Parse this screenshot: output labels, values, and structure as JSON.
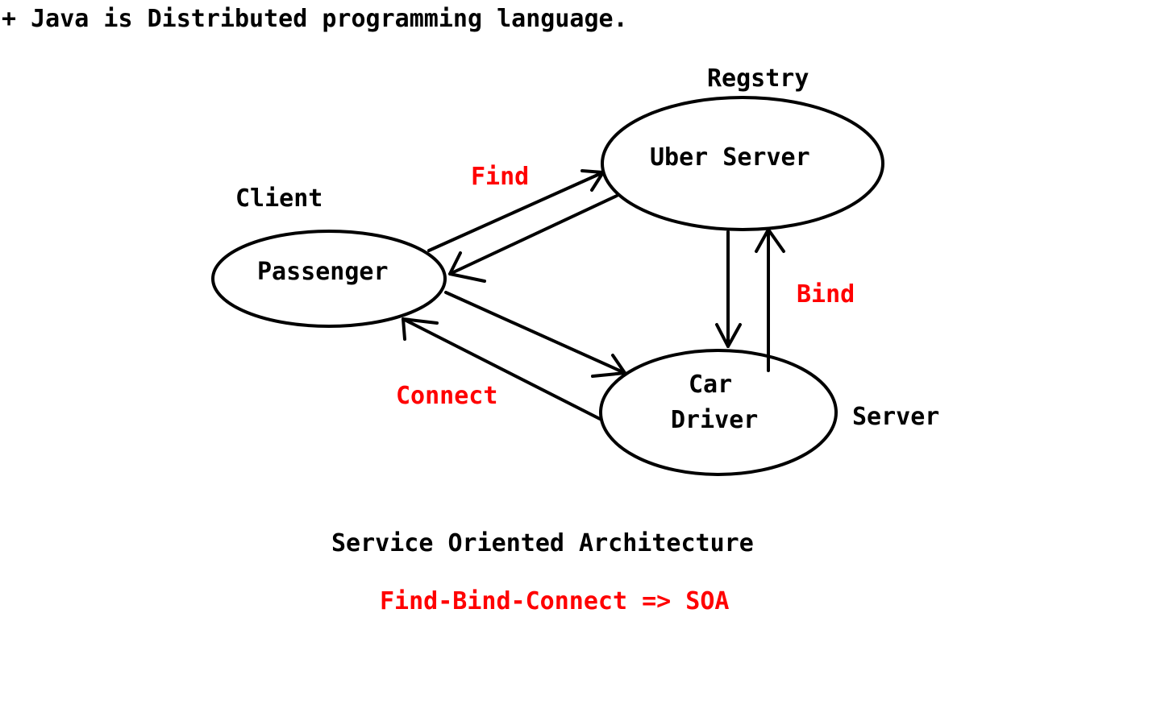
{
  "heading": "+ Java is Distributed programming language.",
  "nodes": {
    "passenger": {
      "label": "Passenger",
      "role": "Client"
    },
    "uber_server": {
      "label": "Uber Server",
      "role": "Regstry"
    },
    "car_driver": {
      "label_line1": "Car",
      "label_line2": "Driver",
      "role": "Server"
    }
  },
  "edges": {
    "find": "Find",
    "bind": "Bind",
    "connect": "Connect"
  },
  "caption": "Service Oriented Architecture",
  "formula": "Find-Bind-Connect => SOA",
  "colors": {
    "ink": "#000000",
    "accent": "#ff0000",
    "background": "#ffffff"
  }
}
